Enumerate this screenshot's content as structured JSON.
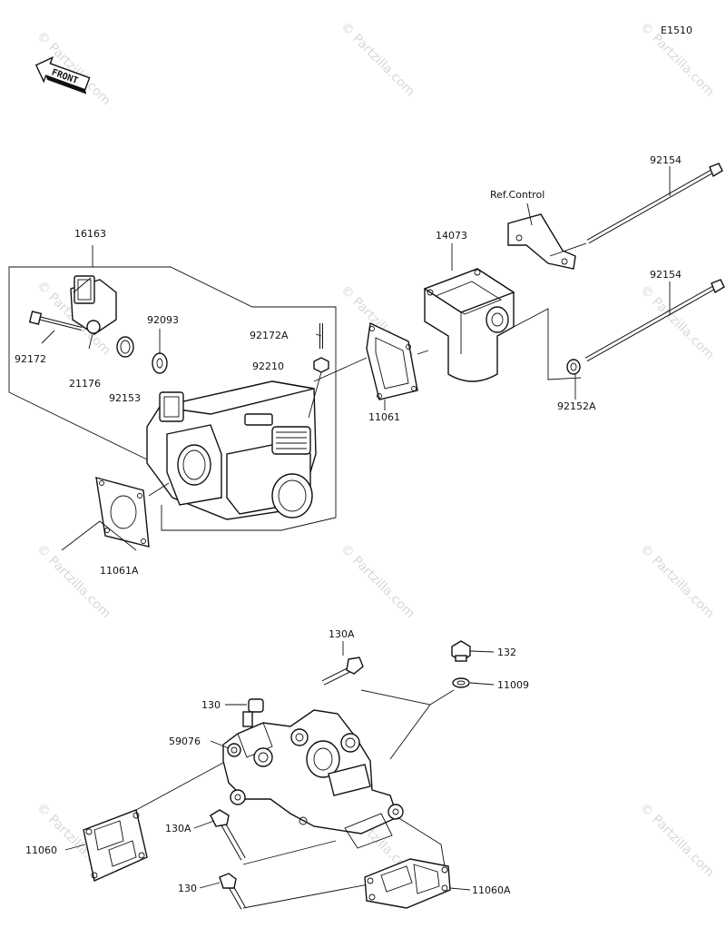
{
  "diagram": {
    "code": "E1510",
    "front_label": "FRONT",
    "ref_label": "Ref.Control",
    "watermark": "© Partzilla.com",
    "parts": {
      "p16163": "16163",
      "p92172": "92172",
      "p21176": "21176",
      "p92153": "92153",
      "p92093": "92093",
      "p92172A": "92172A",
      "p92210": "92210",
      "p11061": "11061",
      "p11061A": "11061A",
      "p14073": "14073",
      "p92154a": "92154",
      "p92154b": "92154",
      "p92152A": "92152A",
      "p130A_top": "130A",
      "p130_top": "130",
      "p59076": "59076",
      "p132": "132",
      "p11009": "11009",
      "p11060": "11060",
      "p130A_mid": "130A",
      "p130_bot": "130",
      "p11060A": "11060A"
    }
  }
}
